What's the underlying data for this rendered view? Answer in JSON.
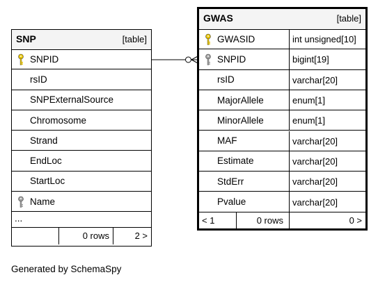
{
  "snp": {
    "name": "SNP",
    "kind": "[table]",
    "columns": [
      {
        "name": "SNPID",
        "key": "primary"
      },
      {
        "name": "rsID",
        "key": ""
      },
      {
        "name": "SNPExternalSource",
        "key": ""
      },
      {
        "name": "Chromosome",
        "key": ""
      },
      {
        "name": "Strand",
        "key": ""
      },
      {
        "name": "EndLoc",
        "key": ""
      },
      {
        "name": "StartLoc",
        "key": ""
      },
      {
        "name": "Name",
        "key": "index"
      }
    ],
    "ellipsis": "...",
    "footer": {
      "left": "",
      "rows": "0 rows",
      "children": "2 >"
    }
  },
  "gwas": {
    "name": "GWAS",
    "kind": "[table]",
    "columns": [
      {
        "name": "GWASID",
        "type": "int unsigned[10]",
        "key": "primary"
      },
      {
        "name": "SNPID",
        "type": "bigint[19]",
        "key": "foreign"
      },
      {
        "name": "rsID",
        "type": "varchar[20]",
        "key": ""
      },
      {
        "name": "MajorAllele",
        "type": "enum[1]",
        "key": ""
      },
      {
        "name": "MinorAllele",
        "type": "enum[1]",
        "key": ""
      },
      {
        "name": "MAF",
        "type": "varchar[20]",
        "key": ""
      },
      {
        "name": "Estimate",
        "type": "varchar[20]",
        "key": ""
      },
      {
        "name": "StdErr",
        "type": "varchar[20]",
        "key": ""
      },
      {
        "name": "Pvalue",
        "type": "varchar[20]",
        "key": ""
      }
    ],
    "footer": {
      "parents": "< 1",
      "rows": "0 rows",
      "children": "0 >"
    }
  },
  "generated_by": "Generated by SchemaSpy",
  "colors": {
    "primary_key": "#e8c400",
    "foreign_key": "#a0a0a0",
    "header_bg": "#f4f4f4"
  }
}
